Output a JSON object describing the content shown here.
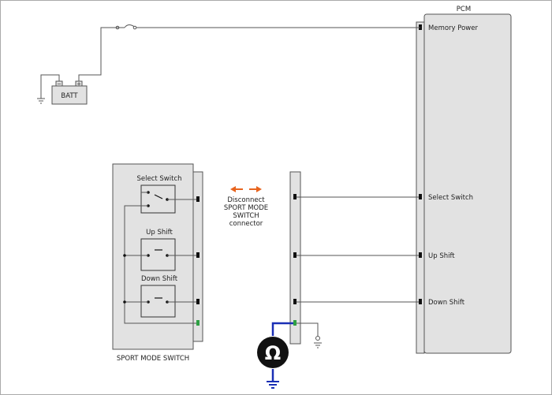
{
  "pcm": {
    "title": "PCM",
    "pins": {
      "memory_power": "Memory Power",
      "select_switch": "Select Switch",
      "up_shift": "Up  Shift",
      "down_shift": "Down  Shift"
    }
  },
  "battery": {
    "label": "BATT",
    "minus": "−",
    "plus": "+"
  },
  "sport_switch": {
    "title": "SPORT MODE SWITCH",
    "select_label": "Select Switch",
    "up_label": "Up  Shift",
    "down_label": "Down  Shift"
  },
  "disconnect_note": {
    "line1": "Disconnect",
    "line2": "SPORT MODE",
    "line3": "SWITCH",
    "line4": "connector"
  },
  "ohmmeter": {
    "symbol": "Ω"
  },
  "colors": {
    "panel_fill": "#e2e2e2",
    "wire": "#555555",
    "arrow": "#e8641e",
    "meter_lead": "#1a2fb5",
    "ground_pin": "#2ea043"
  }
}
